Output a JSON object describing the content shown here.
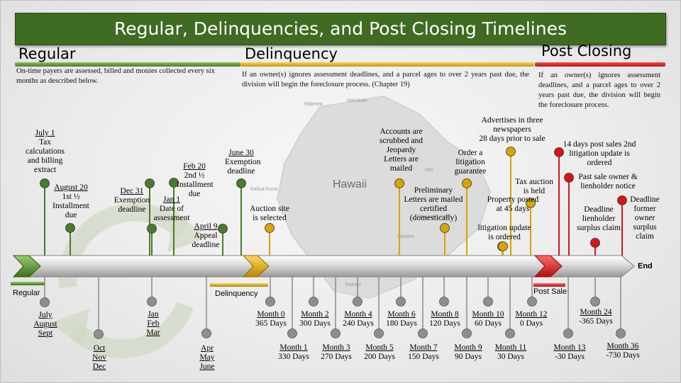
{
  "title": "Regular, Delinquencies, and Post Closing Timelines",
  "colors": {
    "green": "#4a7a2a",
    "gold": "#d7a400",
    "red": "#d41616",
    "grey": "#8a8a8a",
    "banner": "#3f6b22"
  },
  "sections": {
    "regular": {
      "title": "Regular",
      "description": "On-time payers are assessed, billed and monies collected every six months as described below."
    },
    "delinquency": {
      "title": "Delinquency",
      "description": "If an owner(s) ignores assessment deadlines, and a parcel ages to over 2 years past due, the division will begin the foreclosure process. (Chapter 19)"
    },
    "post_closing": {
      "title": "Post Closing",
      "description": "If an owner(s) ignores assessment deadlines, and a parcel ages to over 2 years past due, the division will begin the foreclosure process."
    }
  },
  "map": {
    "label": "Hawaii",
    "towns": [
      "Honokaa",
      "Waimea",
      "Hilo",
      "Kailua-Kona",
      "Mountain View",
      "Volcano",
      "Pahala"
    ]
  },
  "axis": {
    "end_label": "End",
    "phase_labels": {
      "regular": "Regular",
      "delinquency": "Delinquency",
      "post_sale": "Post Sale"
    }
  },
  "top_events": [
    {
      "color": "green",
      "lines": [
        "July 1",
        "Tax",
        "calculations",
        "and billing",
        "extract"
      ],
      "underline_first": true
    },
    {
      "color": "green",
      "lines": [
        "August 20",
        "1st ½",
        "Installment",
        "due"
      ],
      "underline_first": true
    },
    {
      "color": "green",
      "lines": [
        "Dec 31",
        "Exemption",
        "deadline"
      ],
      "underline_first": true
    },
    {
      "color": "green",
      "lines": [
        "Jan 1",
        "Date of",
        "assessment"
      ],
      "underline_first": true
    },
    {
      "color": "green",
      "lines": [
        "Feb 20",
        "2nd ½",
        "Installment",
        "due"
      ],
      "underline_first": true
    },
    {
      "color": "green",
      "lines": [
        "April 9",
        "Appeal",
        "deadline"
      ],
      "underline_first": true
    },
    {
      "color": "green",
      "lines": [
        "June 30",
        "Exemption",
        "deadline"
      ],
      "underline_first": true
    },
    {
      "color": "gold",
      "lines": [
        "Auction site",
        "is selected"
      ],
      "underline_first": false
    },
    {
      "color": "gold",
      "lines": [
        "Accounts are",
        "scrubbed and",
        "Jeopardy",
        "Letters are",
        "mailed"
      ],
      "underline_first": false
    },
    {
      "color": "gold",
      "lines": [
        "Preliminary",
        "Letters are mailed",
        "certified",
        "(domestically)"
      ],
      "underline_first": false
    },
    {
      "color": "gold",
      "lines": [
        "Order a",
        "litigation",
        "guarantee"
      ],
      "underline_first": false
    },
    {
      "color": "gold",
      "lines": [
        "Advertises in three",
        "newspapers",
        "28 days prior to sale"
      ],
      "underline_first": false
    },
    {
      "color": "gold",
      "lines": [
        "Property posted",
        "at 45 days"
      ],
      "underline_first": false
    },
    {
      "color": "gold",
      "lines": [
        "litigation update",
        "is ordered"
      ],
      "underline_first": false
    },
    {
      "color": "gold",
      "lines": [
        "Tax auction",
        "is held"
      ],
      "underline_first": false
    },
    {
      "color": "red",
      "lines": [
        "14 days post sales 2nd",
        "litigation update is",
        "ordered"
      ],
      "underline_first": false
    },
    {
      "color": "red",
      "lines": [
        "Past sale owner &",
        "lienholder notice"
      ],
      "underline_first": false
    },
    {
      "color": "red",
      "lines": [
        "Deadline",
        "lienholder",
        "surplus claim"
      ],
      "underline_first": false
    },
    {
      "color": "red",
      "lines": [
        "Deadline",
        "former",
        "owner",
        "surplus",
        "claim"
      ],
      "underline_first": false
    }
  ],
  "bottom_markers": [
    {
      "lines": [
        "July",
        "August",
        "Sept"
      ],
      "underline": true
    },
    {
      "lines": [
        "Oct",
        "Nov",
        "Dec"
      ],
      "underline": true
    },
    {
      "lines": [
        "Jan",
        "Feb",
        "Mar"
      ],
      "underline": true
    },
    {
      "lines": [
        "Apr",
        "May",
        "June"
      ],
      "underline": true
    },
    {
      "lines": [
        "Month 0",
        "365 Days"
      ],
      "underline": false
    },
    {
      "lines": [
        "Month 1",
        "330 Days"
      ],
      "underline": false
    },
    {
      "lines": [
        "Month 2",
        "300 Days"
      ],
      "underline": false
    },
    {
      "lines": [
        "Month 3",
        "270 Days"
      ],
      "underline": false
    },
    {
      "lines": [
        "Month 4",
        "240 Days"
      ],
      "underline": false
    },
    {
      "lines": [
        "Month 5",
        "200 Days"
      ],
      "underline": false
    },
    {
      "lines": [
        "Month 6",
        "180 Days"
      ],
      "underline": false
    },
    {
      "lines": [
        "Month 7",
        "150 Days"
      ],
      "underline": false
    },
    {
      "lines": [
        "Month 8",
        "120 Days"
      ],
      "underline": false
    },
    {
      "lines": [
        "Month 9",
        "90 Days"
      ],
      "underline": false
    },
    {
      "lines": [
        "Month 10",
        "60 Days"
      ],
      "underline": false
    },
    {
      "lines": [
        "Month 11",
        "30 Days"
      ],
      "underline": false
    },
    {
      "lines": [
        "Month 12",
        "0 Days"
      ],
      "underline": false
    },
    {
      "lines": [
        "Month 13",
        "-30 Days"
      ],
      "underline": false
    },
    {
      "lines": [
        "Month 24",
        "-365 Days"
      ],
      "underline": false
    },
    {
      "lines": [
        "Month 36",
        "-730 Days"
      ],
      "underline": false
    }
  ]
}
